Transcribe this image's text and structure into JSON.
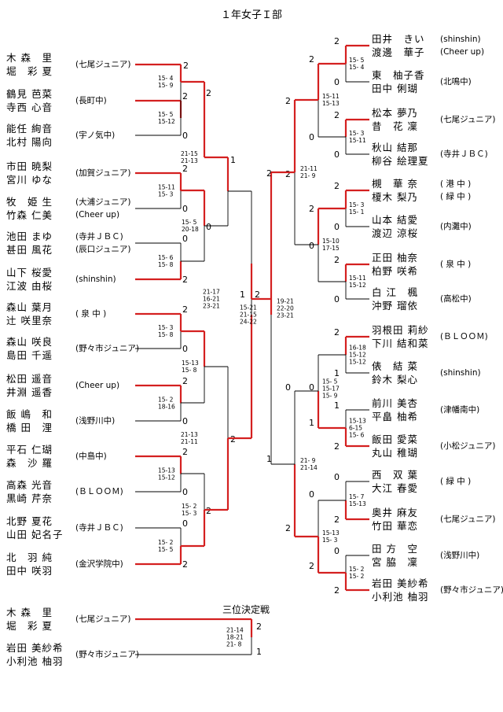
{
  "title": "１年女子Ｉ部",
  "third_place_title": "三位決定戦",
  "left_players": [
    {
      "p1": "木 森　里",
      "p2": "堀　彩 夏",
      "team": "(七尾ジュニア)"
    },
    {
      "p1": "鶴見 芭菜",
      "p2": "寺西 心音",
      "team": "(長町中)"
    },
    {
      "p1": "能任 絢音",
      "p2": "北村 陽向",
      "team": "(宇ノ気中)"
    },
    {
      "p1": "市田 暁梨",
      "p2": "宮川 ゆな",
      "team": "(加賀ジュニア)"
    },
    {
      "p1": "牧　姫 生",
      "p2": "竹森 仁美",
      "team": "(大浦ジュニア)",
      "team2": "(Cheer up)"
    },
    {
      "p1": "池田 まゆ",
      "p2": "甚田 風花",
      "team": "(寺井ＪＢＣ)",
      "team2": "(辰口ジュニア)"
    },
    {
      "p1": "山下 桜愛",
      "p2": "江波 由桜",
      "team": "(shinshin)"
    },
    {
      "p1": "森山 葉月",
      "p2": "辻 咲里奈",
      "team": "( 泉 中 )"
    },
    {
      "p1": "森山 咲良",
      "p2": "島田 千遥",
      "team": "(野々市ジュニア)"
    },
    {
      "p1": "松田 遥音",
      "p2": "井淵 遥香",
      "team": "(Cheer up)"
    },
    {
      "p1": "飯 嶋　和",
      "p2": "橋 田　浬",
      "team": "(浅野川中)"
    },
    {
      "p1": "平石 仁瑚",
      "p2": "森　沙 羅",
      "team": "(中島中)"
    },
    {
      "p1": "高森 光音",
      "p2": "黒崎 芹奈",
      "team": "(ＢＬＯＯＭ)"
    },
    {
      "p1": "北野 夏花",
      "p2": "山田 妃名子",
      "team": "(寺井ＪＢＣ)"
    },
    {
      "p1": "北　羽 純",
      "p2": "田中 咲羽",
      "team": "(金沢学院中)"
    }
  ],
  "right_players": [
    {
      "p1": "田井　きい",
      "p2": "渡邊　華子",
      "team": "(shinshin)",
      "team2": "(Cheer up)"
    },
    {
      "p1": "東　柚子香",
      "p2": "田中 俐瑚",
      "team": "(北鳴中)"
    },
    {
      "p1": "松本 夢乃",
      "p2": "昔　花 凜",
      "team": "(七尾ジュニア)"
    },
    {
      "p1": "秋山 結那",
      "p2": "柳谷 絵理夏",
      "team": "(寺井ＪＢＣ)"
    },
    {
      "p1": "槻　華 奈",
      "p2": "榎木 梨乃",
      "team": "( 港 中 )",
      "team2": "( 緑 中 )"
    },
    {
      "p1": "山本 結愛",
      "p2": "渡辺 涼桜",
      "team": "(内灘中)"
    },
    {
      "p1": "正田 柚奈",
      "p2": "柏野 咲希",
      "team": "( 泉 中 )"
    },
    {
      "p1": "白 江　楓",
      "p2": "沖野 瑠依",
      "team": "(高松中)"
    },
    {
      "p1": "羽根田 莉紗",
      "p2": "下川 結和菜",
      "team": "(ＢＬＯＯＭ)"
    },
    {
      "p1": "俵　結 菜",
      "p2": "鈴木 梨心",
      "team": "(shinshin)"
    },
    {
      "p1": "前川 美杏",
      "p2": "平畠 柚希",
      "team": "(津幡南中)"
    },
    {
      "p1": "飯田 愛菜",
      "p2": "丸山 稚瑚",
      "team": "(小松ジュニア)"
    },
    {
      "p1": "西　双 葉",
      "p2": "大江 春愛",
      "team": "( 緑 中 )"
    },
    {
      "p1": "奥井 麻友",
      "p2": "竹田 華恋",
      "team": "(七尾ジュニア)"
    },
    {
      "p1": "田 方　空",
      "p2": "宮 脇　凜",
      "team": "(浅野川中)"
    },
    {
      "p1": "岩田 美紗希",
      "p2": "小利池 柚羽",
      "team": "(野々市ジュニア)"
    }
  ],
  "third_place_players": [
    {
      "p1": "木 森　里",
      "p2": "堀　彩 夏",
      "team": "(七尾ジュニア)"
    },
    {
      "p1": "岩田 美紗希",
      "p2": "小利池 柚羽",
      "team": "(野々市ジュニア)"
    }
  ],
  "left_matches": [
    {
      "id": "L1",
      "scores": [
        "15- 4",
        "15- 9"
      ],
      "res_top": "2",
      "res_bot": ""
    },
    {
      "id": "L2",
      "scores": [
        "15- 5",
        "15-12"
      ],
      "res_top": "2",
      "res_bot": "0"
    },
    {
      "id": "L3",
      "scores": [
        "15-11",
        "15- 3"
      ],
      "res_top": "2",
      "res_bot": "0"
    },
    {
      "id": "L4",
      "scores": [
        "15- 6",
        "15- 8"
      ],
      "res_top": "0",
      "res_bot": "2"
    },
    {
      "id": "L5",
      "scores": [
        "15- 3",
        "15- 8"
      ],
      "res_top": "2",
      "res_bot": "0"
    },
    {
      "id": "L6",
      "scores": [
        "15- 2",
        "18-16"
      ],
      "res_top": "2",
      "res_bot": "0"
    },
    {
      "id": "L7",
      "scores": [
        "15-13",
        "15-12"
      ],
      "res_top": "2",
      "res_bot": "0"
    },
    {
      "id": "L8",
      "scores": [
        "15- 2",
        "15- 5"
      ],
      "res_top": "0",
      "res_bot": "2"
    },
    {
      "id": "L9",
      "scores": [
        "",
        ""
      ],
      "res_top": "2",
      "res_bot": "0"
    },
    {
      "id": "L10",
      "scores": [
        "15- 5",
        "20-18"
      ],
      "res_top": "2",
      "res_bot": "0"
    },
    {
      "id": "L11",
      "scores": [
        "15-13",
        "15- 8"
      ],
      "res_top": "2",
      "res_bot": "0"
    },
    {
      "id": "L12",
      "scores": [
        "15- 2",
        "15- 3"
      ],
      "res_top": "0",
      "res_bot": "2"
    },
    {
      "id": "L13",
      "scores": [
        "21-15",
        "21-13"
      ],
      "res_top": "1",
      "res_bot": "0"
    },
    {
      "id": "L14",
      "scores": [
        "21-13",
        "21-11"
      ],
      "res_top": "",
      "res_bot": "2"
    },
    {
      "id": "L15",
      "scores": [
        "21-17",
        "16-21",
        "23-21"
      ],
      "res_top": "",
      "res_bot": ""
    }
  ],
  "right_matches": [
    {
      "id": "R1",
      "scores": [
        "15- 5",
        "15- 4"
      ],
      "res_top": "2",
      "res_bot": "0"
    },
    {
      "id": "R2",
      "scores": [
        "15- 3",
        "15-11"
      ],
      "res_top": "2",
      "res_bot": "0"
    },
    {
      "id": "R3",
      "scores": [
        "15- 3",
        "15- 1"
      ],
      "res_top": "2",
      "res_bot": "0"
    },
    {
      "id": "R4",
      "scores": [
        "15-11",
        "15-12"
      ],
      "res_top": "2",
      "res_bot": "0"
    },
    {
      "id": "R5",
      "scores": [
        "16-18",
        "15-12",
        "15-12"
      ],
      "res_top": "2",
      "res_bot": "1"
    },
    {
      "id": "R6",
      "scores": [
        "15-13",
        "6-15",
        "15- 6"
      ],
      "res_top": "1",
      "res_bot": "2"
    },
    {
      "id": "R7",
      "scores": [
        "15- 7",
        "15-13"
      ],
      "res_top": "0",
      "res_bot": "2"
    },
    {
      "id": "R8",
      "scores": [
        "15- 2",
        "15- 2"
      ],
      "res_top": "0",
      "res_bot": "2"
    },
    {
      "id": "R9",
      "scores": [
        "15-11",
        "15-13"
      ],
      "res_top": "2",
      "res_bot": "0"
    },
    {
      "id": "R10",
      "scores": [
        "15-10",
        "17-15"
      ],
      "res_top": "2",
      "res_bot": "0"
    },
    {
      "id": "R11",
      "scores": [
        "15- 5",
        "15-17",
        "15- 9"
      ],
      "res_top": "0",
      "res_bot": "1"
    },
    {
      "id": "R12",
      "scores": [
        "15-13",
        "15- 3"
      ],
      "res_top": "0",
      "res_bot": "2"
    },
    {
      "id": "R13",
      "scores": [
        "21-11",
        "21- 9"
      ],
      "res_top": "2",
      "res_bot": "0"
    },
    {
      "id": "R14",
      "scores": [
        "21- 9",
        "21-14"
      ],
      "res_top": "0",
      "res_bot": "2"
    },
    {
      "id": "R15",
      "scores": [
        "19-21",
        "22-20",
        "23-21"
      ],
      "res_top": "2",
      "res_bot": "1"
    }
  ],
  "final": {
    "scores": [
      "15-21",
      "21-15",
      "24-22"
    ],
    "res_left": "1",
    "res_right": "2"
  },
  "third_place": {
    "scores": [
      "21-14",
      "18-21",
      "21- 8"
    ],
    "res_top": "2",
    "res_bot": "1"
  },
  "colors": {
    "win": "#d42020",
    "lose": "#000000"
  }
}
